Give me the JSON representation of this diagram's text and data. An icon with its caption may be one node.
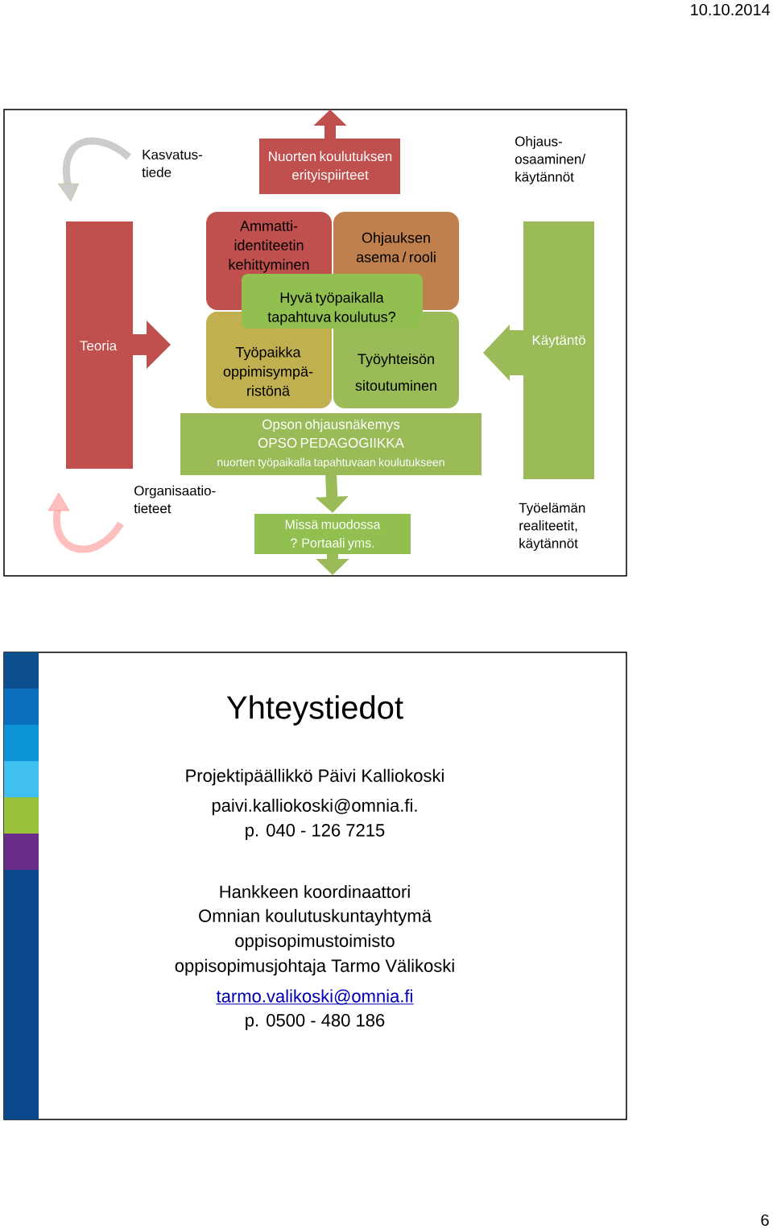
{
  "diagram": {
    "nodes": [
      {
        "text": [
          "Nuorten koulutuksen erityispiirteet"
        ]
      },
      {
        "text": [
          "Ammatti- identiteetin kehittyminen"
        ]
      },
      {
        "text": [
          "Ohjauksen asema / rooli"
        ]
      },
      {
        "text": [
          "Hyvä työpaikalla tapahtuva koulutus?"
        ]
      },
      {
        "text": [
          "Työpaikka oppimisympä- ristönä"
        ]
      },
      {
        "text": [
          "Työyhteisön sitoutuminen"
        ]
      },
      {
        "text": [
          "Teoria"
        ]
      },
      {
        "text": [
          "Käytäntö"
        ]
      },
      {
        "text": [
          "Opson ohjausnäkemys",
          "OPSO PEDAGOGIIKKA",
          "nuorten työpaikalla tapahtuvaan koulutukseen"
        ]
      },
      {
        "text": [
          "Missä muodossa ? Portaali yms."
        ]
      }
    ],
    "edges": [
      {
        "from": 0,
        "to": null,
        "arrow": "to",
        "color": "#c0504d"
      },
      {
        "from": 8,
        "to": 9,
        "arrow": "to"
      },
      {
        "from": 9,
        "to": null,
        "arrow": "to"
      }
    ],
    "labels": [
      "10.10.2014",
      "Kasvatus- tiede",
      "Ohjaus- osaaminen/ käytännöt",
      "Organisaatio- tieteet",
      "Työelämän realiteetit, käytännöt",
      "Yhteystiedot",
      "Projektipäällikkö Päivi Kalliokoski",
      "paivi.kalliokoski@omnia.fi.",
      "p. 040 - 126 7215",
      "Hankkeen koordinaattori",
      "Omnian koulutuskuntayhtymä",
      "oppisopimustoimisto",
      "oppisopimusjohtaja Tarmo Välikoski",
      "tarmo.valikoski@omnia.fi",
      "p. 0500 - 480 186",
      "6"
    ]
  }
}
